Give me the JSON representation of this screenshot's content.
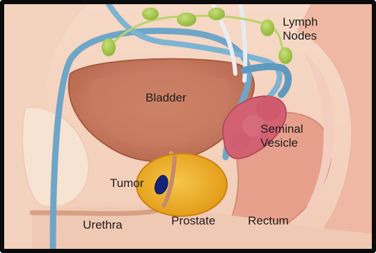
{
  "labels": {
    "lymph_nodes_line1": "Lymph",
    "lymph_nodes_line2": "Nodes",
    "bladder": "Bladder",
    "seminal_vesicle_line1": "Seminal",
    "seminal_vesicle_line2": "Vesicle",
    "tumor": "Tumor",
    "prostate": "Prostate",
    "rectum": "Rectum",
    "urethra": "Urethra"
  },
  "colors": {
    "skin_background": "#f6dcc9",
    "bladder": "#d98a6c",
    "bladder_inner": "#c97c5e",
    "prostate": "#f2b22a",
    "tumor": "#13247a",
    "seminal_vesicle": "#d26172",
    "vessel_blue": "#6fa6c8",
    "lymph_node": "#a8c94a",
    "rectum": "#e9a694",
    "frame": "#0b0b0b"
  }
}
